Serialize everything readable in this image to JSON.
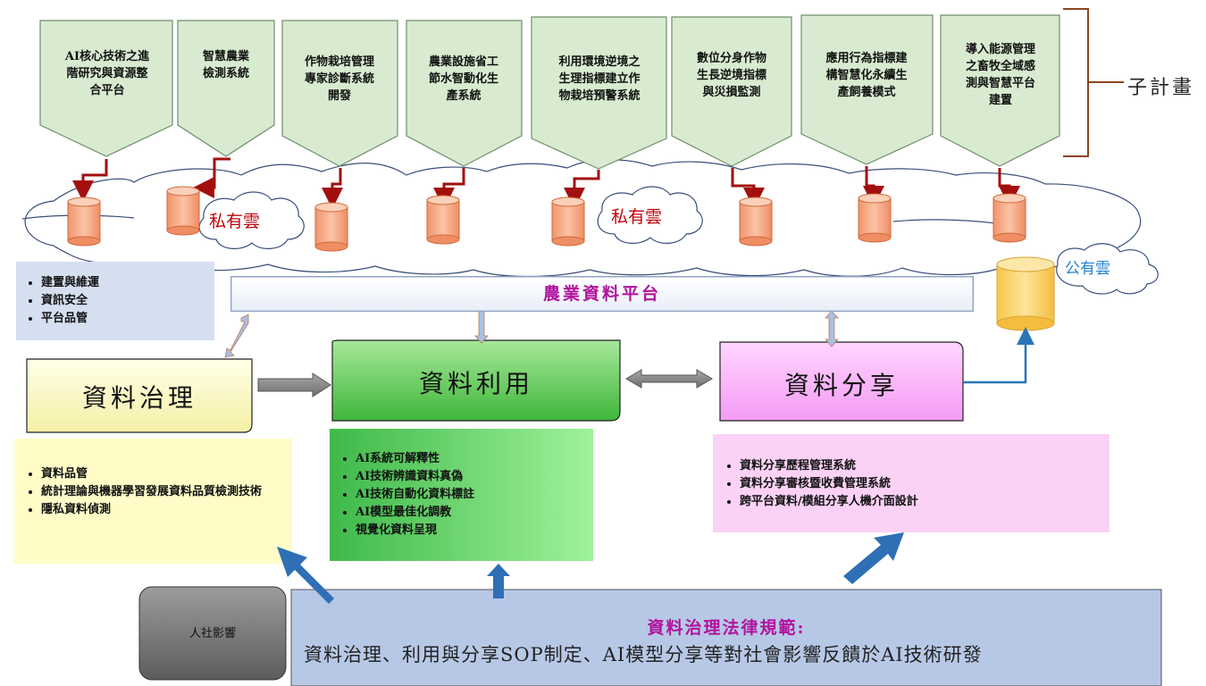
{
  "subprojects": [
    "AI核心技術之進\n階研究與資源整\n合平台",
    "智慧農業\n檢測系統",
    "作物栽培管理\n專家診斷系統\n開發",
    "農業設施省工\n節水智動化生\n產系統",
    "利用環境逆境之\n生理指標建立作\n物栽培預警系統",
    "數位分身作物\n生長逆境指標\n與災損監測",
    "應用行為指標建\n構智慧化永續生\n產飼養模式",
    "導入能源管理\n之畜牧全域感\n測與智慧平台\n建置"
  ],
  "subproject_label": "子計畫",
  "private_cloud_label_1": "私有雲",
  "private_cloud_label_2": "私有雲",
  "public_cloud_label": "公有雲",
  "platform_title": "農業資料平台",
  "platform_notes": [
    "建置與維運",
    "資訊安全",
    "平台品管"
  ],
  "governance": {
    "title": "資料治理",
    "notes": [
      "資料品管",
      "統計理論與機器學習發展資料品質檢測技術",
      "隱私資料偵測"
    ]
  },
  "utilization": {
    "title": "資料利用",
    "notes": [
      "AI系統可解釋性",
      "AI技術辨識資料真偽",
      "AI技術自動化資料標註",
      "AI模型最佳化調教",
      "視覺化資料呈現"
    ]
  },
  "sharing": {
    "title": "資料分享",
    "notes": [
      "資料分享歷程管理系統",
      "資料分享審核暨收費管理系統",
      "跨平台資料/模組分享人機介面設計"
    ]
  },
  "social_impact_label": "人社影響",
  "legal": {
    "title": "資料治理法律規範:",
    "body": "資料治理、利用與分享SOP制定、AI模型分享等對社會影響反饋於AI技術研發"
  },
  "colors": {
    "pentagon_fill": "#d8ebd0",
    "pentagon_stroke": "#6d8e6a",
    "cylinder": "#f4a582",
    "arrow_red": "#a30f0f",
    "magenta": "#b0149d",
    "blue_arrow": "#2a74b8"
  }
}
